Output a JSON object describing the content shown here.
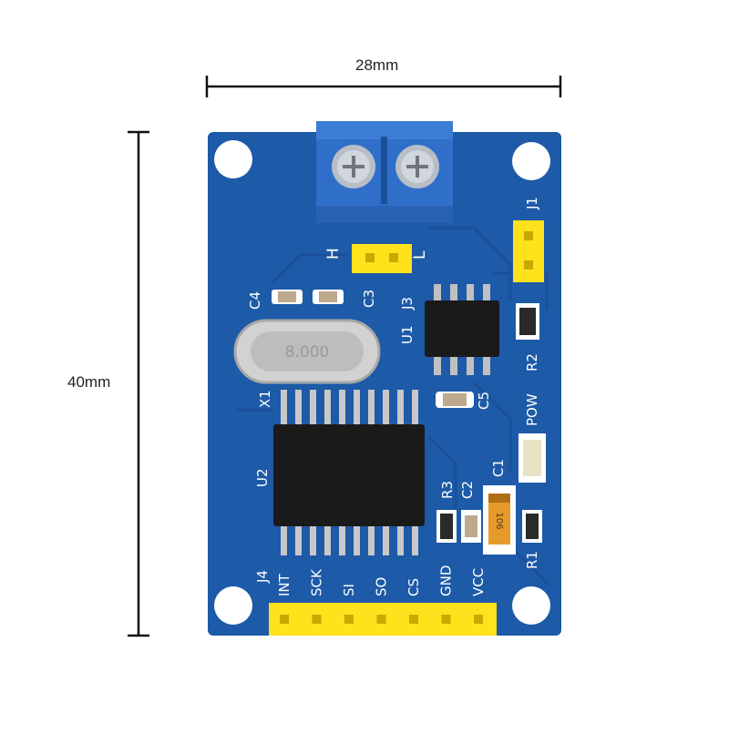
{
  "dimensions": {
    "width_label": "28mm",
    "height_label": "40mm"
  },
  "board": {
    "color": "#1d5aa8",
    "silkscreen": {
      "connector_low": "L",
      "connector_high": "H",
      "jumper_j1": "J1",
      "jumper_j3": "J3",
      "cap_c3": "C3",
      "cap_c4": "C4",
      "ic_u1": "U1",
      "resistor_r2": "R2",
      "led_pow": "POW",
      "crystal_x1": "X1",
      "cap_c5": "C5",
      "ic_u2": "U2",
      "resistor_r3": "R3",
      "cap_c2": "C2",
      "cap_c1": "C1",
      "resistor_r1": "R1",
      "header_j4": "J4"
    },
    "crystal_marking": "8.000",
    "tantalum_marking": "106",
    "header_pins": [
      "INT",
      "SCK",
      "SI",
      "SO",
      "CS",
      "GND",
      "VCC"
    ]
  },
  "colors": {
    "terminal_block": "#2f6fc9",
    "pin_header": "#ffe21c",
    "chip": "#1a1a1a",
    "crystal": "#c9c9c9"
  }
}
